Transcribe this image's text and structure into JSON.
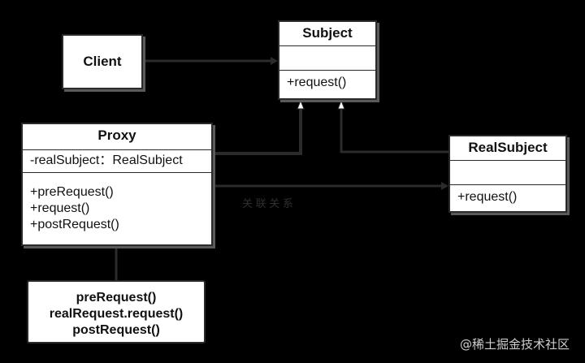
{
  "client": {
    "name": "Client"
  },
  "subject": {
    "name": "Subject",
    "methods": [
      "+request()"
    ]
  },
  "proxy": {
    "name": "Proxy",
    "attributes": [
      "-realSubject：RealSubject"
    ],
    "methods": [
      "+preRequest()",
      "+request()",
      "+postRequest()"
    ]
  },
  "real_subject": {
    "name": "RealSubject",
    "methods": [
      "+request()"
    ]
  },
  "note": {
    "lines": [
      "preRequest()",
      "realRequest.request()",
      "postRequest()"
    ]
  },
  "association_label": "关 联 关 系",
  "watermark": "@稀土掘金技术社区"
}
